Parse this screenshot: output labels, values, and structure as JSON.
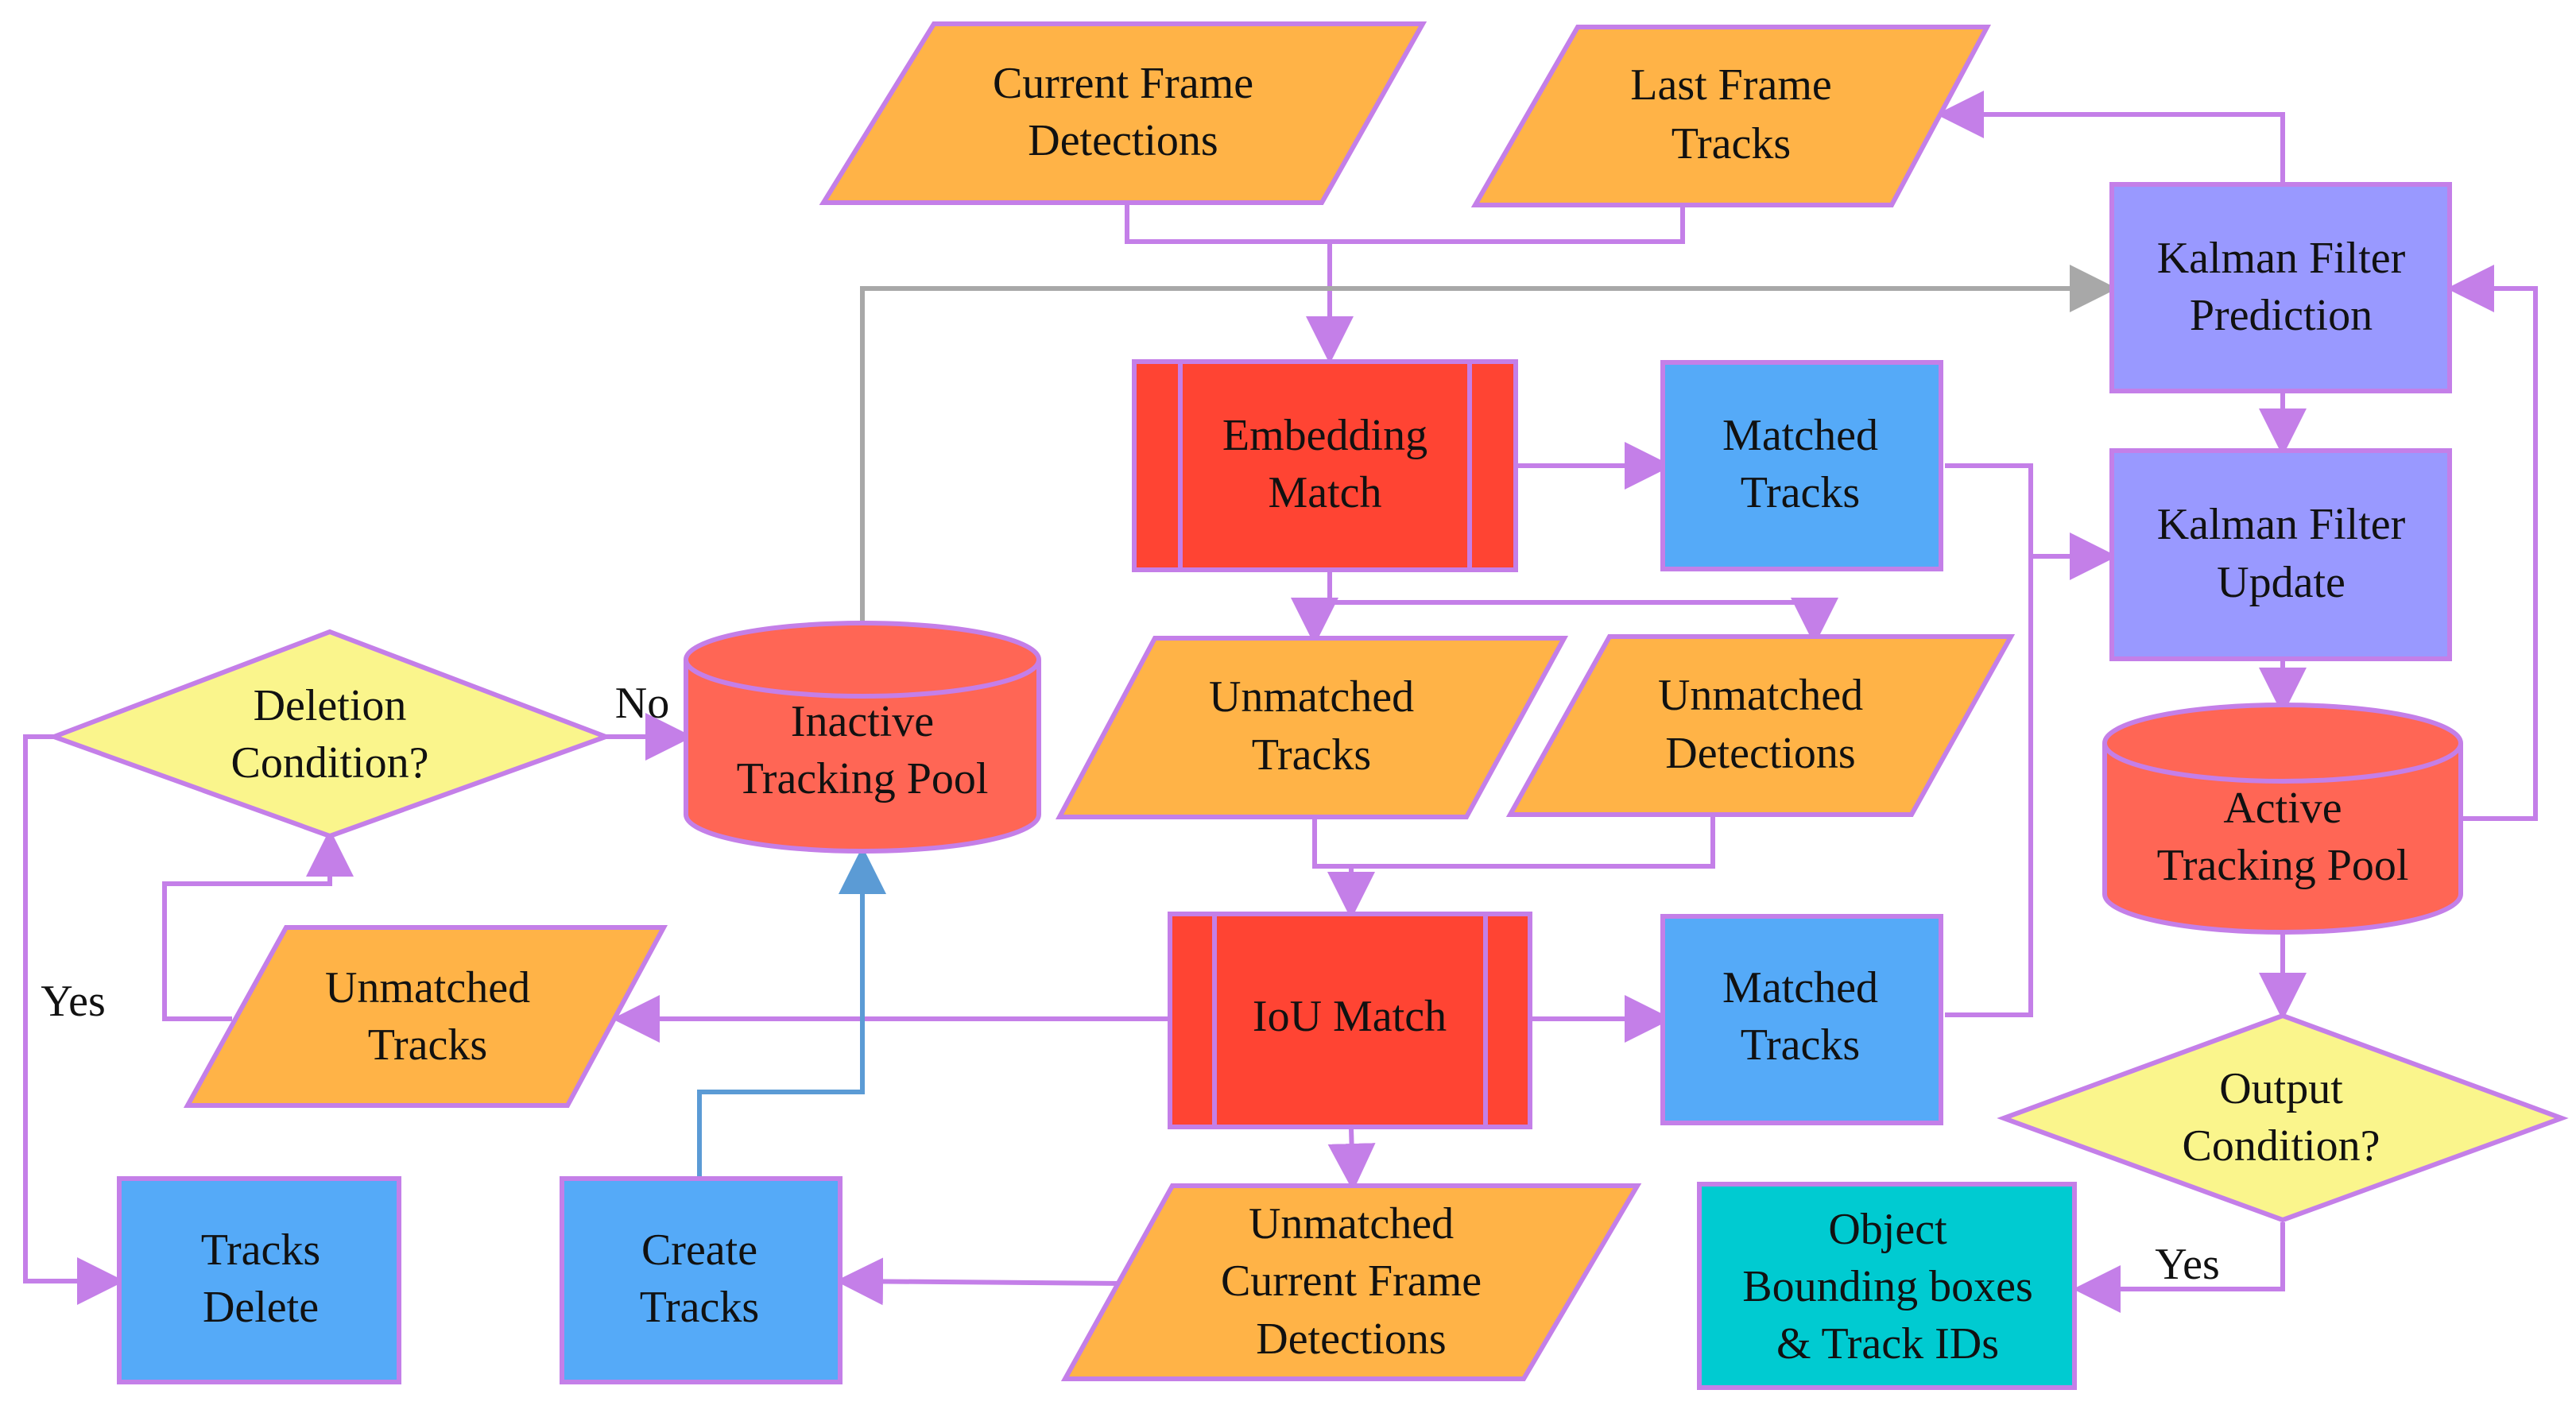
{
  "colors": {
    "parallelogram": "#FFB347",
    "process_red": "#FF4433",
    "database": "#FF6655",
    "blue": "#55AAF8",
    "purple": "#9999FF",
    "decision": "#FAF58C",
    "teal": "#00CBD1",
    "border": "#C47FE8",
    "edge": "#C47FE8",
    "edge_gray": "#A8A8A8",
    "edge_blue": "#5B9BD5"
  },
  "nodes": {
    "current_frame_detections": {
      "line1": "Current Frame",
      "line2": "Detections"
    },
    "last_frame_tracks": {
      "line1": "Last Frame",
      "line2": "Tracks"
    },
    "kalman_prediction": {
      "line1": "Kalman Filter",
      "line2": "Prediction"
    },
    "embedding_match": {
      "line1": "Embedding",
      "line2": "Match"
    },
    "matched_tracks_1": {
      "line1": "Matched",
      "line2": "Tracks"
    },
    "kalman_update": {
      "line1": "Kalman Filter",
      "line2": "Update"
    },
    "unmatched_tracks_1": {
      "line1": "Unmatched",
      "line2": "Tracks"
    },
    "unmatched_detections": {
      "line1": "Unmatched",
      "line2": "Detections"
    },
    "active_pool": {
      "line1": "Active",
      "line2": "Tracking Pool"
    },
    "inactive_pool": {
      "line1": "Inactive",
      "line2": "Tracking Pool"
    },
    "deletion_condition": {
      "line1": "Deletion",
      "line2": "Condition?"
    },
    "unmatched_tracks_2": {
      "line1": "Unmatched",
      "line2": "Tracks"
    },
    "iou_match": {
      "line1": "IoU Match"
    },
    "matched_tracks_2": {
      "line1": "Matched",
      "line2": "Tracks"
    },
    "output_condition": {
      "line1": "Output",
      "line2": "Condition?"
    },
    "tracks_delete": {
      "line1": "Tracks",
      "line2": "Delete"
    },
    "create_tracks": {
      "line1": "Create",
      "line2": "Tracks"
    },
    "unmatched_current_detections": {
      "line1": "Unmatched",
      "line2": "Current Frame",
      "line3": "Detections"
    },
    "object_output": {
      "line1": "Object",
      "line2": "Bounding boxes",
      "line3": "& Track IDs"
    }
  },
  "edge_labels": {
    "no": "No",
    "yes_left": "Yes",
    "yes_right": "Yes"
  }
}
